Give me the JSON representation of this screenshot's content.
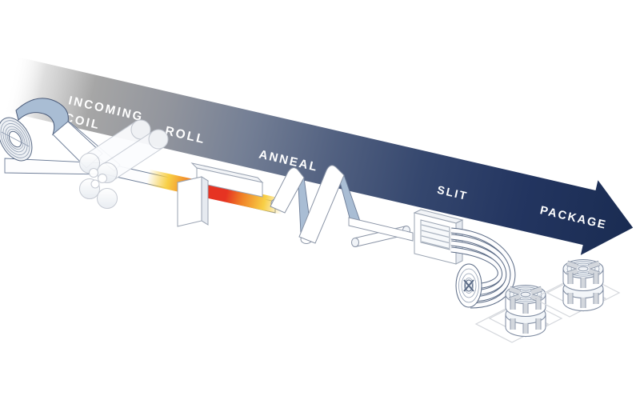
{
  "diagram": {
    "type": "process-flow",
    "subject": "steel strip processing line",
    "flow_direction": "left to right, descending arrow",
    "steps": [
      {
        "id": "incoming-coil",
        "label_line1": "INCOMING",
        "label_line2": "COIL",
        "illustration": "uncoiling-steel-coil"
      },
      {
        "id": "roll",
        "label": "ROLL",
        "illustration": "cluster-roll-stand"
      },
      {
        "id": "anneal",
        "label": "ANNEAL",
        "illustration": "annealing-furnace-with-glowing-strip"
      },
      {
        "id": "slit",
        "label": "SLIT",
        "illustration": "slitter-frame-and-recoiler"
      },
      {
        "id": "package",
        "label": "PACKAGE",
        "illustration": "strapped-coil-stacks-on-pallets"
      }
    ]
  },
  "colors": {
    "background": "#ffffff",
    "band_fade": "#ffffff",
    "band_gray_light": "#d9d9d9",
    "band_gray": "#a6a6a6",
    "band_gray_blue": "#92959d",
    "band_slate": "#747f95",
    "band_steel": "#516080",
    "band_navy_mid": "#35476e",
    "band_navy": "#233560",
    "band_navy_dark": "#1a2c52",
    "label_text": "#ffffff",
    "steel_blue": "#a9bdd4",
    "outline_dark": "#5a6a85",
    "glow_yellow": "#f8cf45",
    "glow_orange": "#f08227",
    "glow_red": "#e63322"
  }
}
